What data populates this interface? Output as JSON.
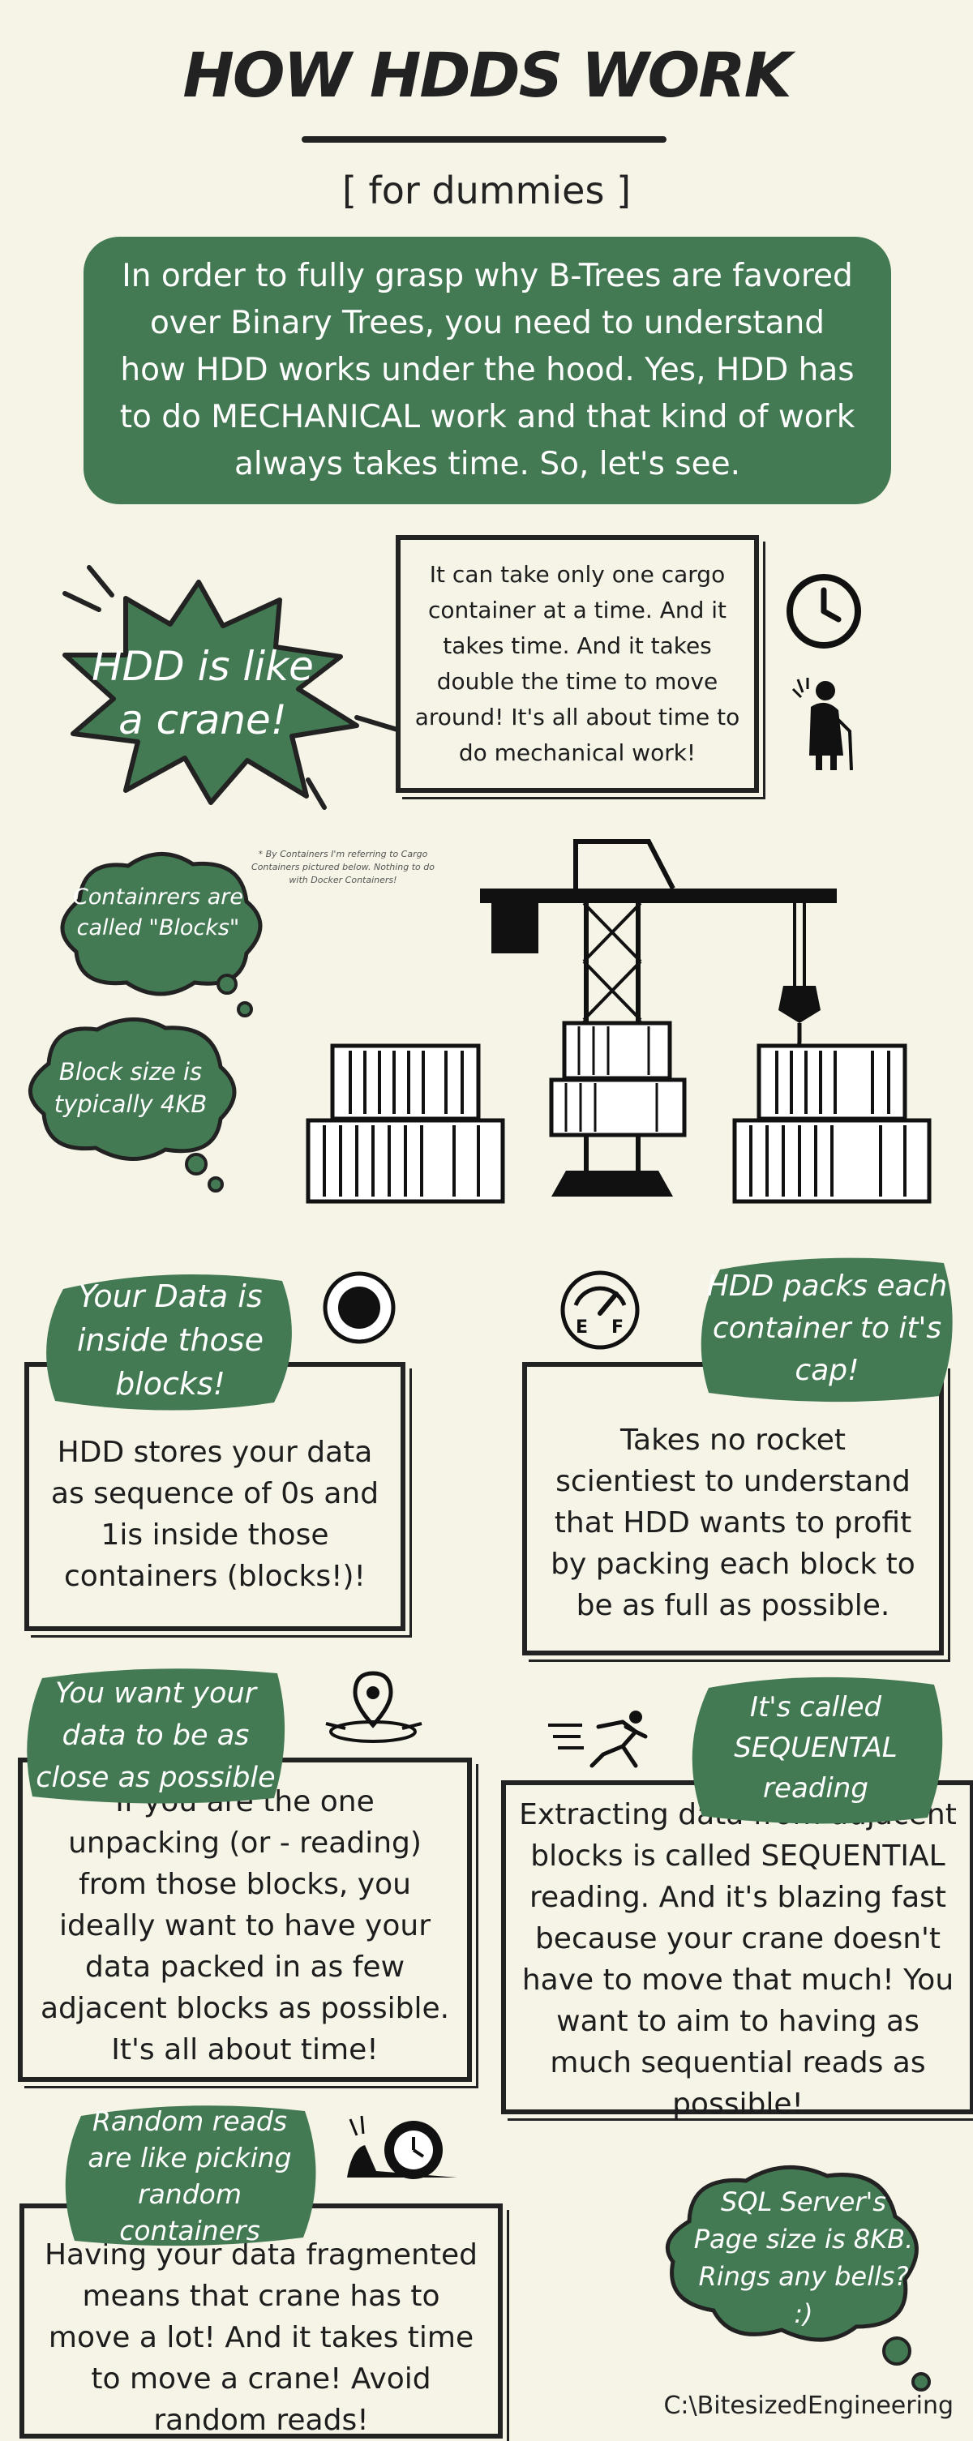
{
  "header": {
    "title": "HOW HDDS WORK",
    "subtitle": "[ for dummies ]"
  },
  "intro": {
    "text": "In order to fully grasp why B-Trees are favored over Binary Trees, you need to understand how HDD works under the hood. Yes, HDD has to do MECHANICAL work and that kind of work always takes time. So, let's see."
  },
  "crane_section": {
    "burst_label": "HDD is like a crane!",
    "time_text": "It can take only one cargo container at a time. And it takes time. And it takes double the time to move around! It's all about time to do mechanical work!",
    "cloud_containers": "Containrers are called \"Blocks\"",
    "cloud_block_size": "Block size is typically 4KB",
    "footnote": "* By Containers I'm referring to Cargo Containers pictured below. Nothing to do with Docker Containers!"
  },
  "cards": [
    {
      "bubble": "Your Data is inside those blocks!",
      "text": "HDD stores your data as sequence of 0s and 1is inside those containers (blocks!)!"
    },
    {
      "bubble": "HDD packs each container to it's cap!",
      "text": "Takes no rocket scientiest to understand that HDD wants to profit by packing each block to be as full as possible."
    },
    {
      "bubble": "You want your data to be as close as possible",
      "text": "If you are the one unpacking (or - reading) from those blocks, you ideally want to have your data packed in as few adjacent blocks as possible. It's all about time!"
    },
    {
      "bubble": "It's called SEQUENTAL reading",
      "text": "Extracting data from adjacent blocks is called SEQUENTIAL reading. And it's blazing fast because your crane doesn't have to move that much! You want to aim to having as much sequential reads as possible!"
    },
    {
      "bubble": "Random reads are like picking random containers",
      "text": "Having your data fragmented means that crane has to move a lot! And it takes time to move a crane! Avoid random reads!"
    }
  ],
  "cloud_sql": "SQL Server's Page size is 8KB. Rings any bells? :)",
  "footer": "C:\\BitesizedEngineering",
  "colors": {
    "accent": "#437a53",
    "background": "#f6f4e7",
    "ink": "#1d1d1d"
  },
  "icons": [
    "clock-icon",
    "elderly-person-icon",
    "crane-icon",
    "shipping-container-icon",
    "record-icon",
    "fuel-gauge-icon",
    "location-pin-icon",
    "running-person-icon",
    "snail-icon"
  ]
}
